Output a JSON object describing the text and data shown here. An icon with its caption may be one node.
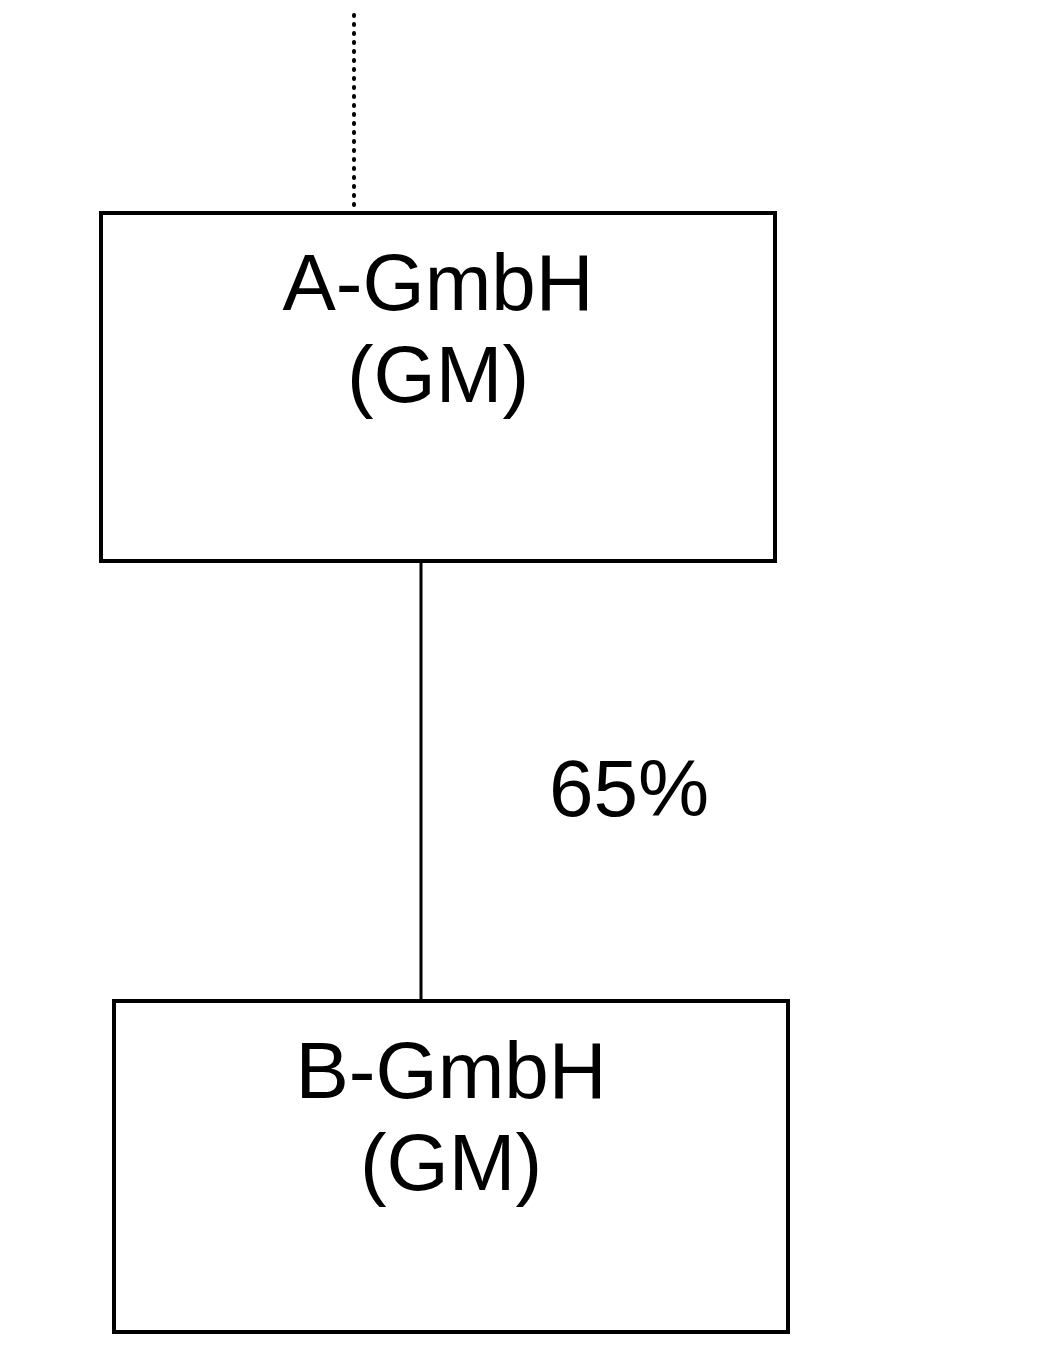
{
  "diagram": {
    "nodes": [
      {
        "text": [
          "A-GmbH (GM)"
        ]
      },
      {
        "text": [
          "B-GmbH (GM)"
        ]
      }
    ],
    "edges": [
      {
        "from": null,
        "to": 0,
        "arrow": "none",
        "style": "dashed"
      },
      {
        "from": 0,
        "to": 1,
        "arrow": "none",
        "label": "65%"
      }
    ]
  }
}
